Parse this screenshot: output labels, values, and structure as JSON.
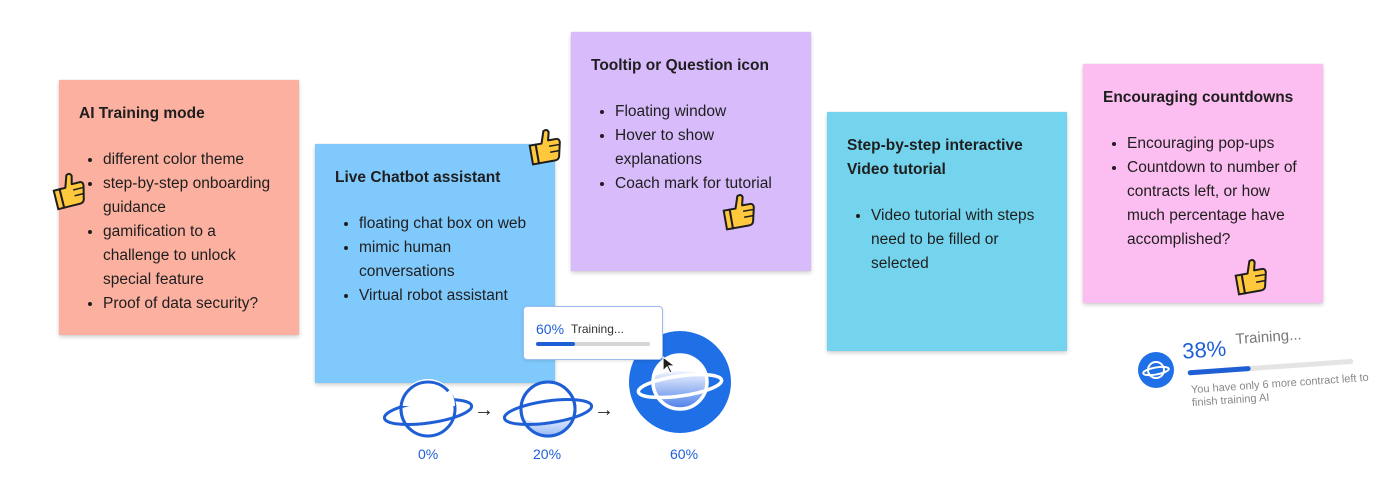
{
  "notes": {
    "ai_training": {
      "title": "AI Training mode",
      "bullets": [
        "different color theme",
        "step-by-step onboarding guidance",
        "gamification to a challenge to unlock special feature",
        "Proof of data security?"
      ],
      "color": "#fcb0a0"
    },
    "chatbot": {
      "title": "Live Chatbot assistant",
      "bullets": [
        "floating chat box on web",
        "mimic human conversations",
        "Virtual robot assistant"
      ],
      "color": "#80c9fc"
    },
    "tooltip": {
      "title": "Tooltip or Question icon",
      "bullets": [
        "Floating window",
        "Hover to show explanations",
        "Coach mark for tutorial"
      ],
      "color": "#d7bbfb"
    },
    "video": {
      "title": "Step-by-step interactive Video tutorial",
      "bullets": [
        "Video tutorial with steps need to be filled or selected"
      ],
      "color": "#74d4ee"
    },
    "countdown": {
      "title": "Encouraging countdowns",
      "bullets": [
        "Encouraging pop-ups",
        "Countdown to number of contracts left, or how much percentage have accomplished?"
      ],
      "color": "#fcbdf0"
    }
  },
  "icons": {
    "thumb": "thumbs-up-icon",
    "planet": "planet-icon",
    "arrow": "arrow-right-icon",
    "cursor": "cursor-icon"
  },
  "progress_steps": [
    "0%",
    "20%",
    "60%"
  ],
  "tooltip_progress": {
    "percent_text": "60%",
    "label": "Training...",
    "fraction": 0.34
  },
  "training_widget": {
    "percent_text": "38%",
    "label": "Training...",
    "fraction": 0.38,
    "message": "You have only 6 more contract left to finish training AI"
  },
  "colors": {
    "accent_blue": "#1f5fd6",
    "thumb_yellow": "#ffc83d"
  }
}
